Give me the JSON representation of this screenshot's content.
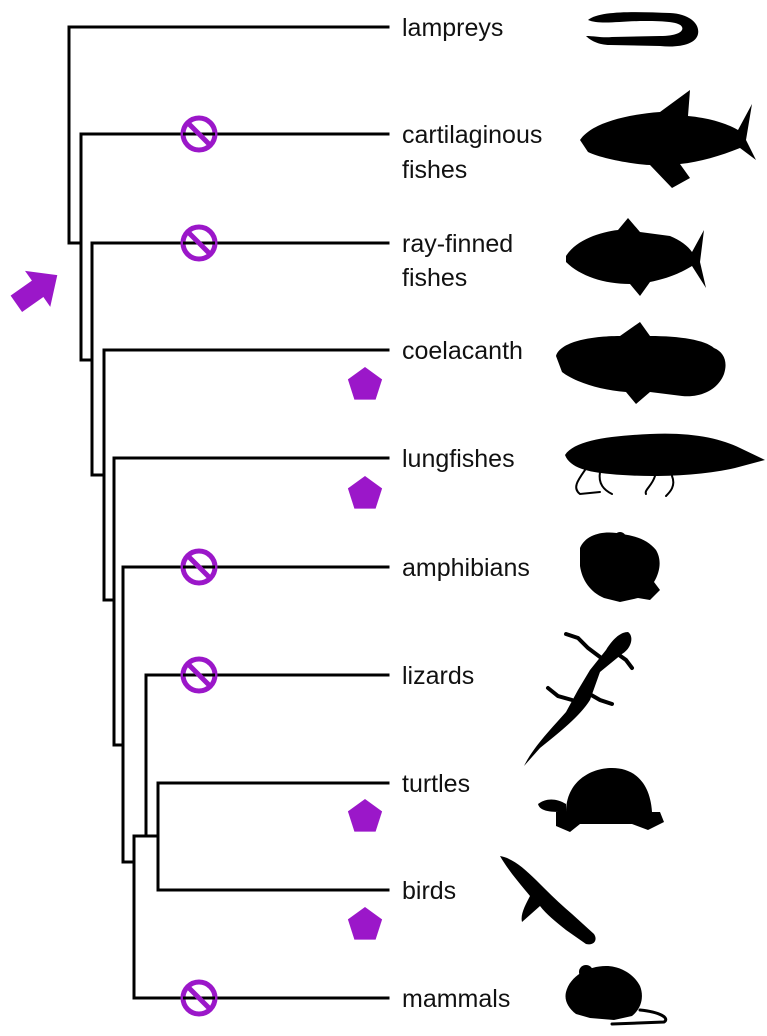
{
  "diagram": {
    "taxa": [
      {
        "id": "lampreys",
        "label_lines": [
          "lampreys"
        ],
        "marker": "none"
      },
      {
        "id": "cartilaginous",
        "label_lines": [
          "cartilaginous",
          "fishes"
        ],
        "marker": "prohibited"
      },
      {
        "id": "rayfinned",
        "label_lines": [
          "ray-finned",
          "fishes"
        ],
        "marker": "prohibited"
      },
      {
        "id": "coelacanth",
        "label_lines": [
          "coelacanth"
        ],
        "marker": "pentagon"
      },
      {
        "id": "lungfishes",
        "label_lines": [
          "lungfishes"
        ],
        "marker": "pentagon"
      },
      {
        "id": "amphibians",
        "label_lines": [
          "amphibians"
        ],
        "marker": "prohibited"
      },
      {
        "id": "lizards",
        "label_lines": [
          "lizards"
        ],
        "marker": "prohibited"
      },
      {
        "id": "turtles",
        "label_lines": [
          "turtles"
        ],
        "marker": "pentagon"
      },
      {
        "id": "birds",
        "label_lines": [
          "birds"
        ],
        "marker": "pentagon"
      },
      {
        "id": "mammals",
        "label_lines": [
          "mammals"
        ],
        "marker": "prohibited"
      }
    ],
    "root_marker": "arrow",
    "colors": {
      "marker": "#9b17c9",
      "line": "#000000",
      "text": "#111111",
      "background": "#ffffff"
    },
    "icons": {
      "prohibited": "prohibited-icon",
      "pentagon": "pentagon-marker-icon",
      "arrow": "arrow-icon"
    }
  }
}
